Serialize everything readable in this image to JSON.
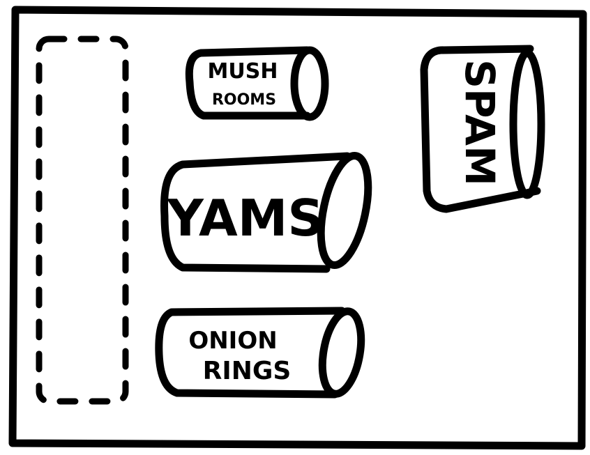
{
  "cans": [
    {
      "id": "mushrooms",
      "lines": [
        "MUSH",
        "ROOMS"
      ]
    },
    {
      "id": "yams",
      "lines": [
        "YAMS"
      ]
    },
    {
      "id": "onion-rings",
      "lines": [
        "ONION",
        "RINGS"
      ]
    },
    {
      "id": "spam",
      "lines": [
        "SPAM"
      ]
    }
  ],
  "colors": {
    "ink": "#000000",
    "paper": "#ffffff"
  }
}
